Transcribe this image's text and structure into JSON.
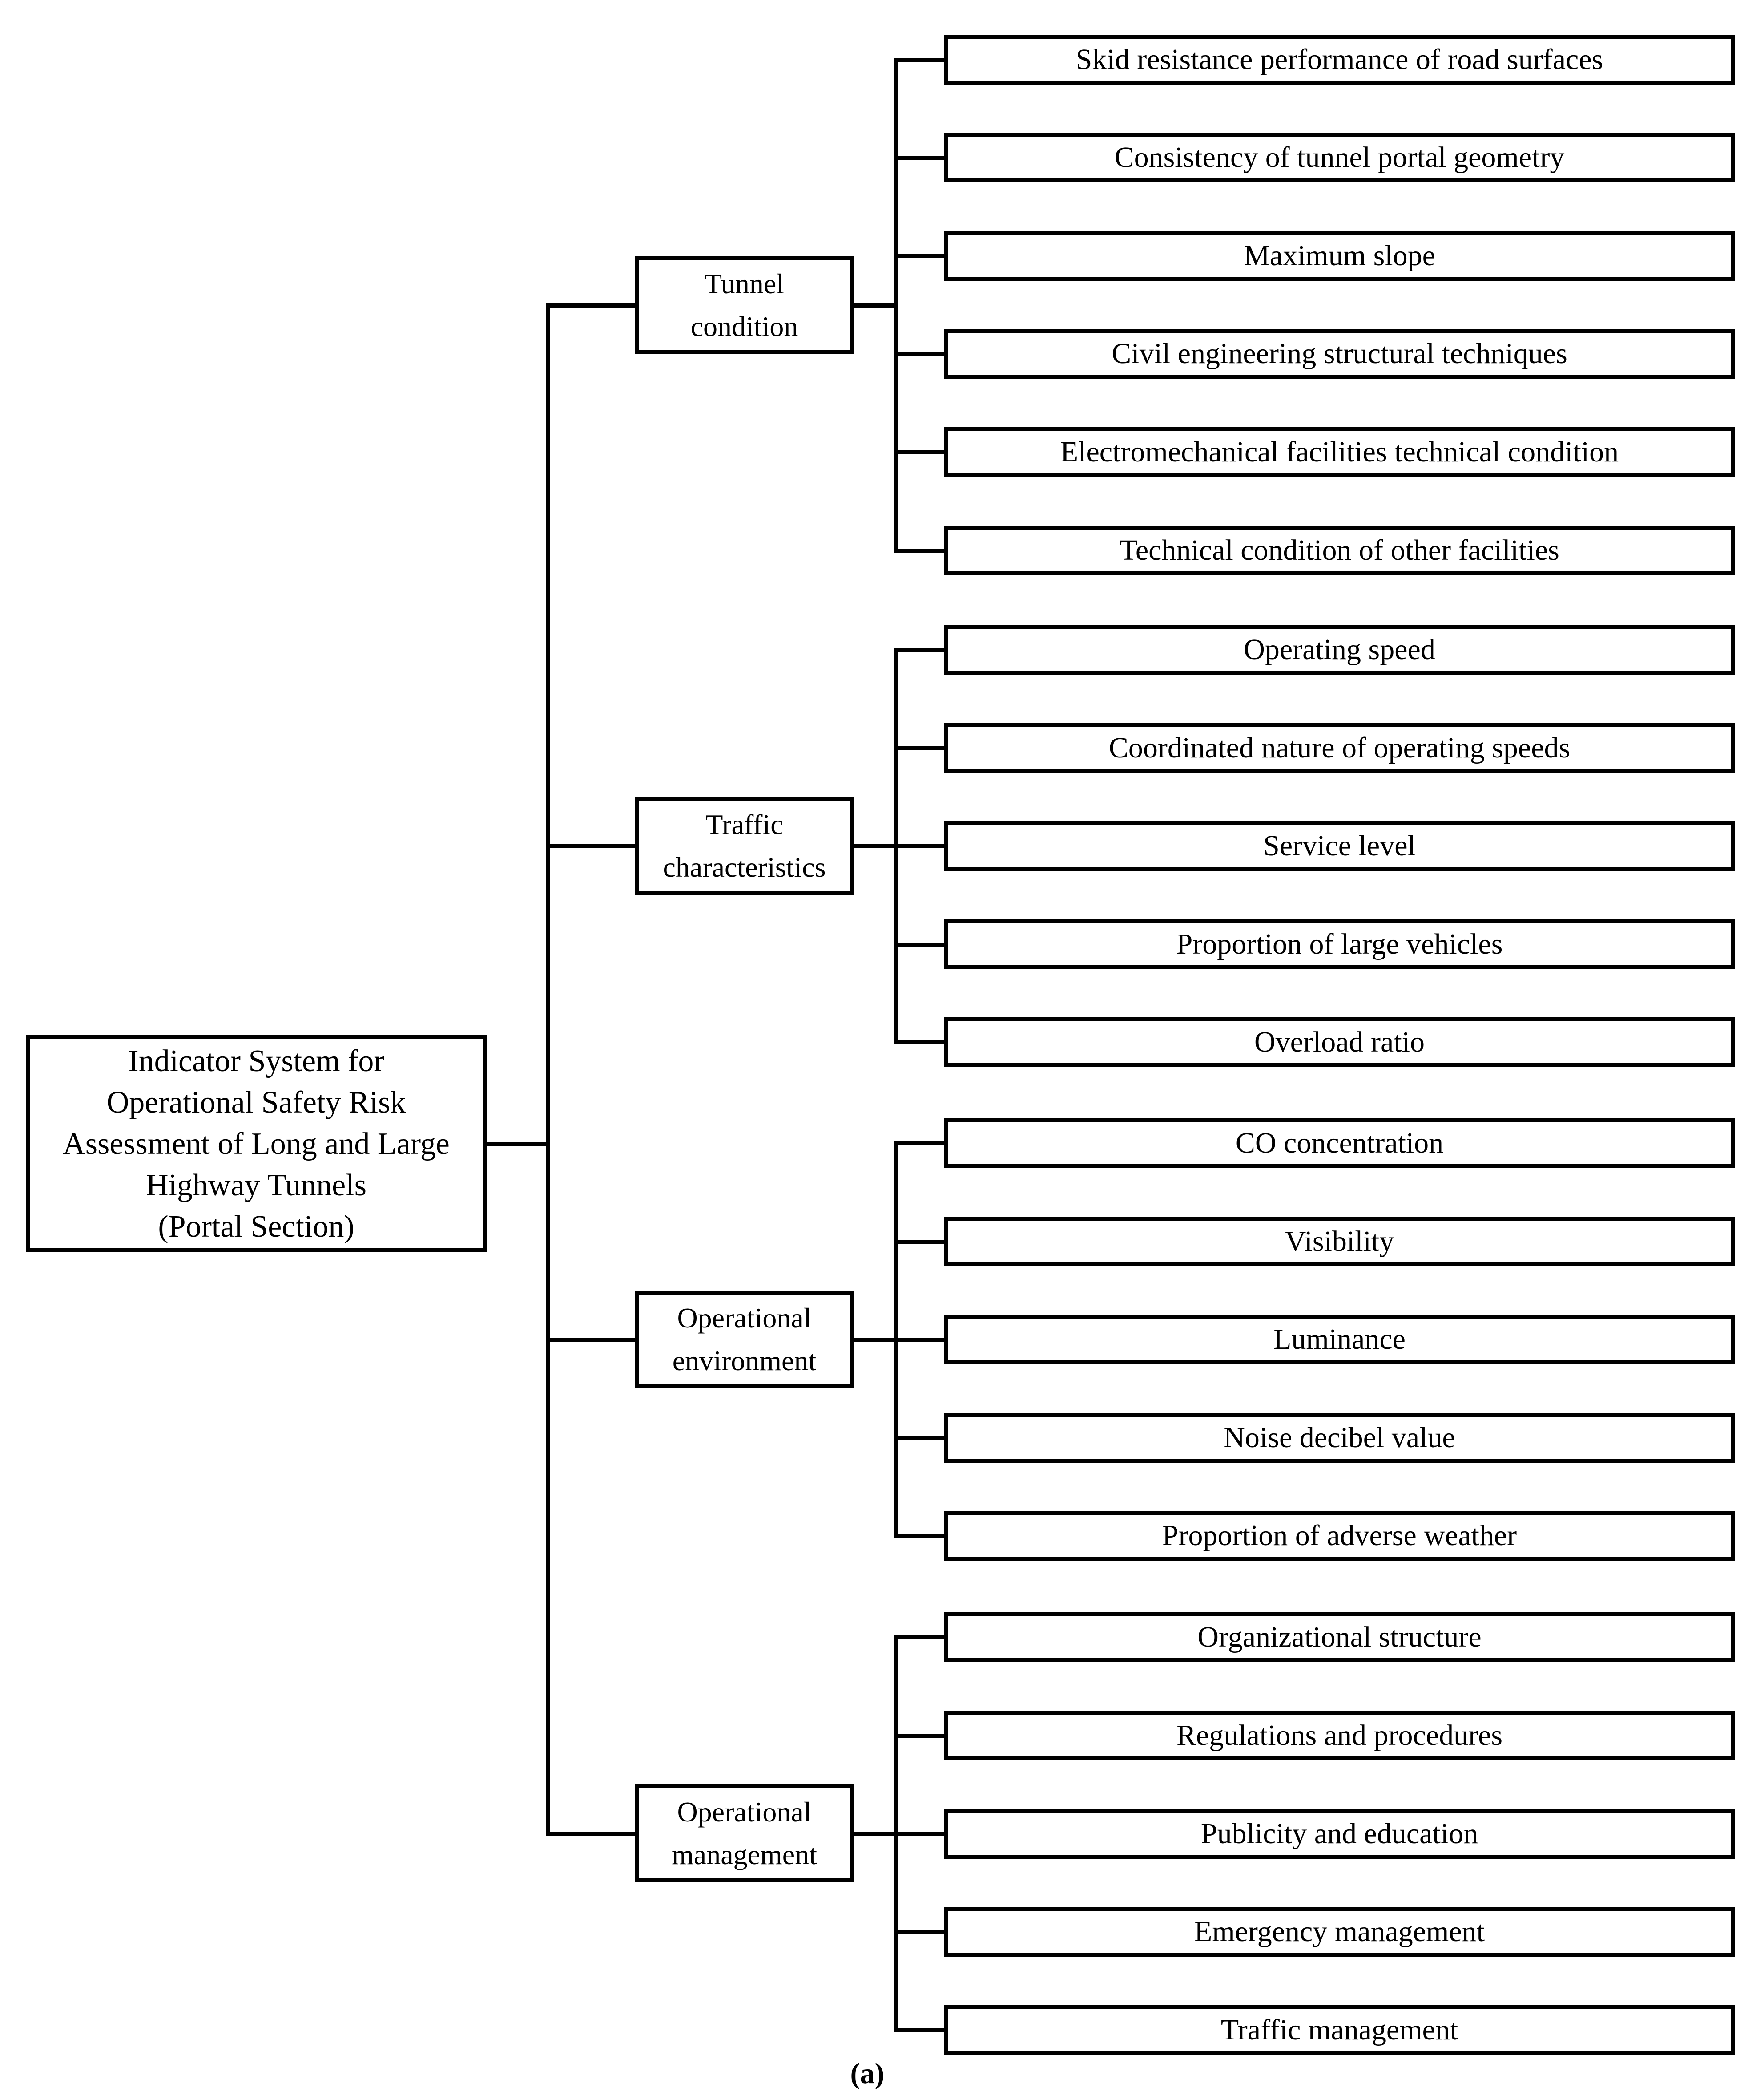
{
  "figure": {
    "root_lines": [
      "Indicator System for",
      "Operational Safety Risk",
      "Assessment of Long and Large",
      "Highway Tunnels",
      "(Portal Section)"
    ],
    "categories": [
      {
        "line1": "Tunnel",
        "line2": "condition",
        "leaves": [
          "Skid resistance performance of road surfaces",
          "Consistency of tunnel portal geometry",
          "Maximum slope",
          "Civil engineering structural techniques",
          "Electromechanical facilities technical condition",
          "Technical condition of other facilities"
        ]
      },
      {
        "line1": "Traffic",
        "line2": "characteristics",
        "leaves": [
          "Operating speed",
          "Coordinated nature of operating speeds",
          "Service level",
          "Proportion of large vehicles",
          "Overload ratio"
        ]
      },
      {
        "line1": "Operational",
        "line2": "environment",
        "leaves": [
          "CO concentration",
          "Visibility",
          "Luminance",
          "Noise decibel value",
          "Proportion of adverse weather"
        ]
      },
      {
        "line1": "Operational",
        "line2": "management",
        "leaves": [
          "Organizational structure",
          "Regulations and procedures",
          "Publicity and education",
          "Emergency management",
          "Traffic management"
        ]
      }
    ],
    "caption": "(a)"
  },
  "colors": {
    "line": "#000000",
    "background": "#ffffff",
    "text": "#000000"
  }
}
